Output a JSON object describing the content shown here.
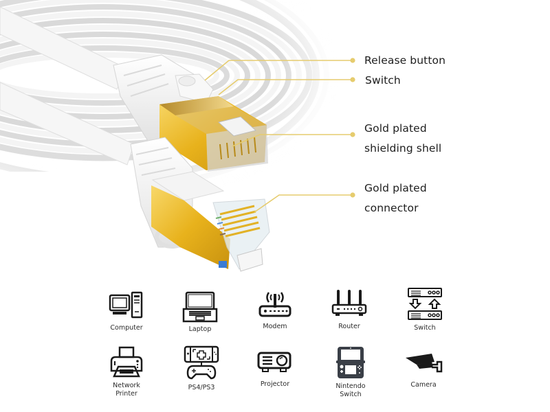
{
  "callouts": [
    {
      "id": "release-button",
      "label": "Release button"
    },
    {
      "id": "switch",
      "label": "Switch"
    },
    {
      "id": "gold-shield",
      "label_line1": "Gold plated",
      "label_line2": "shielding shell"
    },
    {
      "id": "gold-connector",
      "label_line1": "Gold plated",
      "label_line2": "connector"
    }
  ],
  "colors": {
    "callout_line": "#e6cc6e",
    "gold": "#e8b21c",
    "gold_light": "#f6d566",
    "cable": "#f3f3f3",
    "cable_shadow": "#d9d9d9",
    "icon": "#1a1a1a",
    "text": "#1e1e1e"
  },
  "devices": [
    {
      "name": "computer",
      "label": "Computer",
      "icon": "computer-icon"
    },
    {
      "name": "laptop",
      "label": "Laptop",
      "icon": "laptop-icon"
    },
    {
      "name": "modem",
      "label": "Modem",
      "icon": "modem-icon"
    },
    {
      "name": "router",
      "label": "Router",
      "icon": "router-icon"
    },
    {
      "name": "switch",
      "label": "Switch",
      "icon": "switch-icon"
    },
    {
      "name": "network-printer",
      "label_line1": "Network",
      "label_line2": "Printer",
      "icon": "printer-icon"
    },
    {
      "name": "ps4-ps3",
      "label": "PS4/PS3",
      "icon": "game-console-icon"
    },
    {
      "name": "projector",
      "label": "Projector",
      "icon": "projector-icon"
    },
    {
      "name": "nintendo-switch",
      "label_line1": "Nintendo",
      "label_line2": "Switch",
      "icon": "handheld-console-icon"
    },
    {
      "name": "camera",
      "label": "Camera",
      "icon": "security-camera-icon"
    }
  ]
}
